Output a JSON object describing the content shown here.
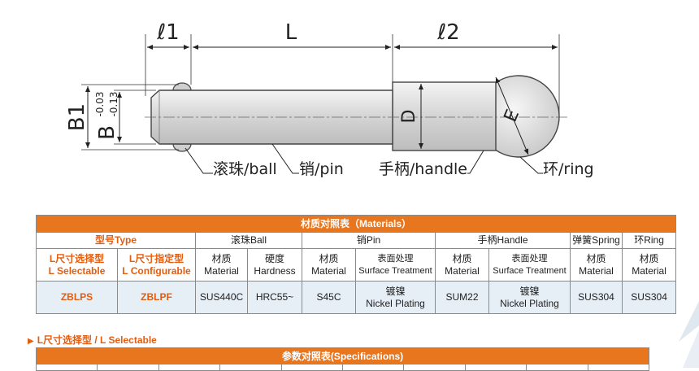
{
  "drawing": {
    "dim_l1": "ℓ1",
    "dim_L": "L",
    "dim_l2": "ℓ2",
    "dim_B1": "B1",
    "dim_B": "B",
    "tol_upper": "-0.03",
    "tol_lower": "-0.13",
    "dim_D": "D",
    "dim_E": "E",
    "callout_ball": "滚珠/ball",
    "callout_pin": "销/pin",
    "callout_handle": "手柄/handle",
    "callout_ring": "环/ring"
  },
  "materials": {
    "title": "材质对照表（Materials）",
    "type_header": "型号Type",
    "groups": {
      "ball": "滚珠Ball",
      "pin": "销Pin",
      "handle": "手柄Handle",
      "spring": "弹簧Spring",
      "ring": "环Ring"
    },
    "sub": {
      "l_select": [
        "L尺寸选择型",
        "L Selectable"
      ],
      "l_config": [
        "L尺寸指定型",
        "L Configurable"
      ],
      "ball_mat": [
        "材质",
        "Material"
      ],
      "ball_hard": [
        "硬度",
        "Hardness"
      ],
      "pin_mat": [
        "材质",
        "Material"
      ],
      "pin_surf": [
        "表面处理",
        "Surface Treatment"
      ],
      "handle_mat": [
        "材质",
        "Material"
      ],
      "handle_surf": [
        "表面处理",
        "Surface Treatment"
      ],
      "spring_mat": [
        "材质",
        "Material"
      ],
      "ring_mat": [
        "材质",
        "Material"
      ]
    },
    "values": {
      "zblps": "ZBLPS",
      "zblpf": "ZBLPF",
      "ball_mat": "SUS440C",
      "ball_hard": "HRC55~",
      "pin_mat": "S45C",
      "pin_surf": [
        "镀镍",
        "Nickel Plating"
      ],
      "handle_mat": "SUM22",
      "handle_surf": [
        "镀镍",
        "Nickel Plating"
      ],
      "spring_mat": "SUS304",
      "ring_mat": "SUS304"
    }
  },
  "section_title": "L尺寸选择型 / L Selectable",
  "spec_title": "参数对照表(Specifications)",
  "colors": {
    "accent": "#e8761f",
    "accent_text": "#e35d0f",
    "value_row_bg": "#e6eef6"
  }
}
